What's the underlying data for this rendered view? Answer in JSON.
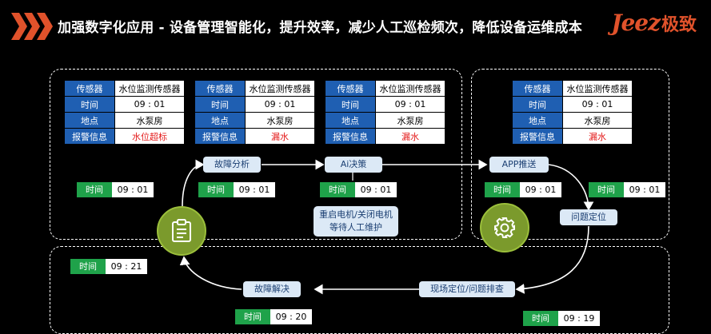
{
  "header": {
    "title": "加强数字化应用 - 设备管理智能化，提升效率，减少人工巡检频次，降低设备运维成本",
    "logo_brand": "Jeez",
    "logo_cn": "极致"
  },
  "sensors": [
    {
      "rows": [
        [
          "传感器",
          "水位监测传感器"
        ],
        [
          "时间",
          "09 : 01"
        ],
        [
          "地点",
          "水泵房"
        ],
        [
          "报警信息",
          "水位超标"
        ]
      ]
    },
    {
      "rows": [
        [
          "传感器",
          "水位监测传感器"
        ],
        [
          "时间",
          "09 : 01"
        ],
        [
          "地点",
          "水泵房"
        ],
        [
          "报警信息",
          "漏水"
        ]
      ]
    },
    {
      "rows": [
        [
          "传感器",
          "水位监测传感器"
        ],
        [
          "时间",
          "09 : 01"
        ],
        [
          "地点",
          "水泵房"
        ],
        [
          "报警信息",
          "漏水"
        ]
      ]
    },
    {
      "rows": [
        [
          "传感器",
          "水位监测传感器"
        ],
        [
          "时间",
          "09 : 01"
        ],
        [
          "地点",
          "水泵房"
        ],
        [
          "报警信息",
          "漏水"
        ]
      ]
    }
  ],
  "flow": {
    "fault_analysis": "故障分析",
    "ai_decision": "Ai决策",
    "app_push": "APP推送",
    "problem_locate": "问题定位",
    "onsite_check": "现场定位/问题排查",
    "fault_resolve": "故障解决",
    "restart_note_1": "重启电机/关闭电机",
    "restart_note_2": "等待人工维护"
  },
  "times": {
    "label": "时间",
    "t1": "09 : 01",
    "t2": "09 : 01",
    "t3": "09 : 01",
    "t4": "09 : 01",
    "t5": "09 : 01",
    "t6": "09 : 21",
    "t7": "09 : 20",
    "t8": "09 : 19"
  },
  "icons": {
    "chevrons": "triple-chevron-icon",
    "clipboard": "clipboard-icon",
    "gear": "gear-icon"
  },
  "colors": {
    "accent": "#e0522b",
    "sensor_key_bg": "#1f5fb2",
    "time_key_bg": "#1fa24a",
    "circle_bg": "#7b9a2c",
    "alarm_text": "#e41b1b",
    "pill_bg": "#dce9f6"
  }
}
